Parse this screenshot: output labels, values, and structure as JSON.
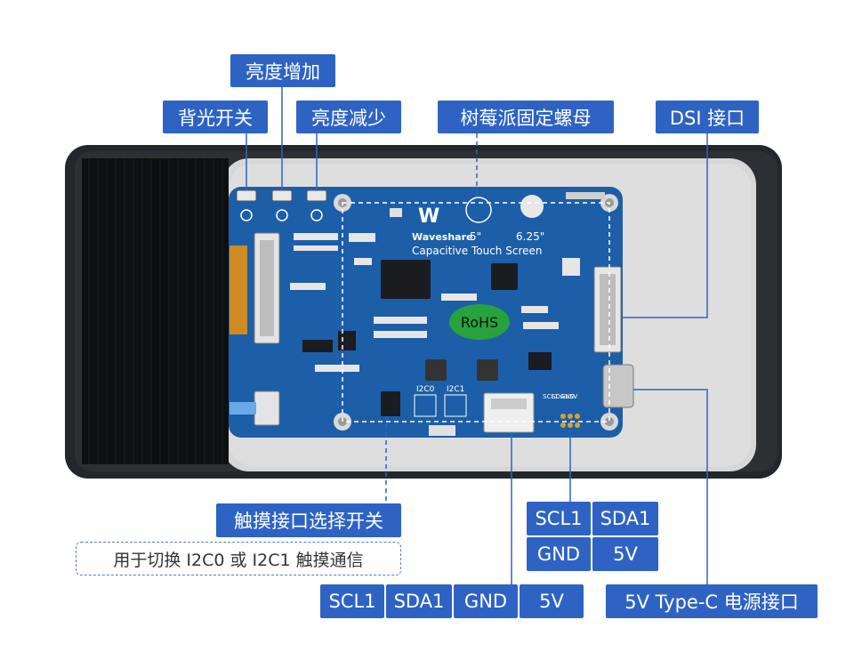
{
  "labels": {
    "brightness_up": "亮度增加",
    "backlight_switch": "背光开关",
    "brightness_down": "亮度减少",
    "rpi_nut": "树莓派固定螺母",
    "dsi_port": "DSI 接口",
    "touch_switch": "触摸接口选择开关",
    "touch_switch_note": "用于切换 I2C0 或 I2C1 触摸通信",
    "power_port": "5V Type-C 电源接口"
  },
  "pin_grid_small": [
    "SCL1",
    "SDA1",
    "GND",
    "5V"
  ],
  "pin_row_bottom": [
    "SCL1",
    "SDA1",
    "GND",
    "5V"
  ],
  "board": {
    "brand": "Waveshare",
    "size_a": "5\"",
    "size_b": "6.25\"",
    "product": "Capacitive Touch Screen",
    "rohs": "RoHS",
    "i2c0": "I2C0",
    "i2c1": "I2C1",
    "pin_marks": [
      "SCL1",
      "SDA1",
      "GND",
      "5V"
    ]
  },
  "colors": {
    "label_bg": "#2e63c4",
    "pcb": "#1d5ea8",
    "rohs": "#27a23c",
    "frame": "#262a2e",
    "panel": "#d5d5d5"
  }
}
